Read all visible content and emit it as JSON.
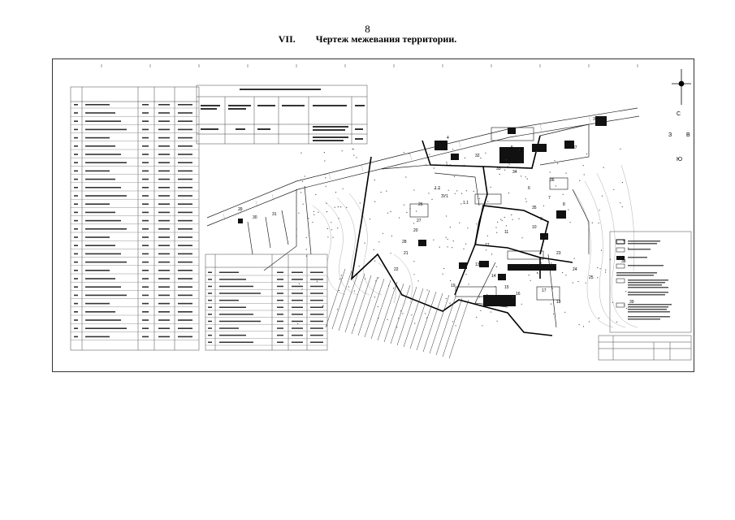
{
  "page": {
    "number": "8",
    "section_number": "VII.",
    "section_title": "Чертеж межевания территории."
  },
  "compass": {
    "north": "С",
    "south": "Ю",
    "west": "З",
    "east": "В"
  },
  "map": {
    "plot_labels": [
      "1.2",
      "1.1",
      "ЗУ1",
      "2",
      "3",
      "4",
      "5",
      "6",
      "7",
      "8",
      "9",
      "10",
      "11",
      "12",
      "13",
      "14",
      "15",
      "16",
      "17",
      "18",
      "19",
      "20",
      "21",
      "22",
      "23",
      "24",
      "25",
      "26",
      "27",
      "28",
      "29",
      "30",
      "31",
      "32",
      "33",
      "34",
      "35",
      "36",
      "37",
      "38",
      "39"
    ]
  }
}
